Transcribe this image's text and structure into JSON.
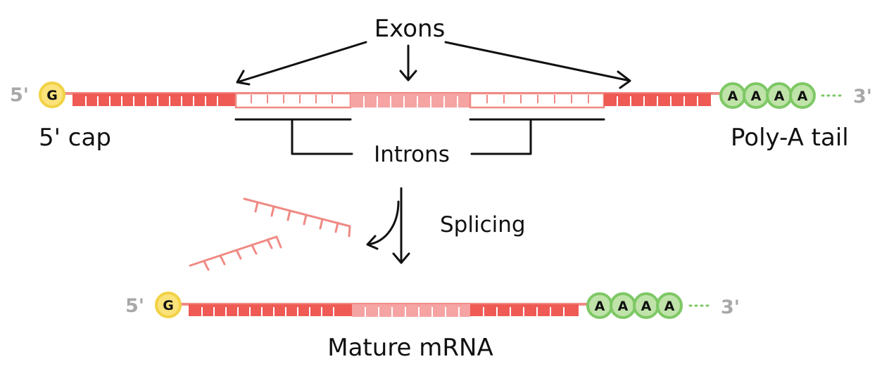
{
  "labels": {
    "exons": "Exons",
    "introns": "Introns",
    "splicing": "Splicing",
    "mature": "Mature mRNA",
    "cap_label": "5' cap",
    "polya_label": "Poly-A tail",
    "five_prime": "5'",
    "three_prime": "3'",
    "cap_base": "G",
    "polya_bases": [
      "A",
      "A",
      "A",
      "A"
    ]
  },
  "colors": {
    "exon_dark": "#ef5a55",
    "exon_light": "#f6a3a3",
    "backbone": "#f08a84",
    "cap_fill": "#fbe27a",
    "cap_stroke": "#f1d245",
    "polya_fill": "#bfe3a8",
    "polya_stroke": "#7ec865"
  }
}
